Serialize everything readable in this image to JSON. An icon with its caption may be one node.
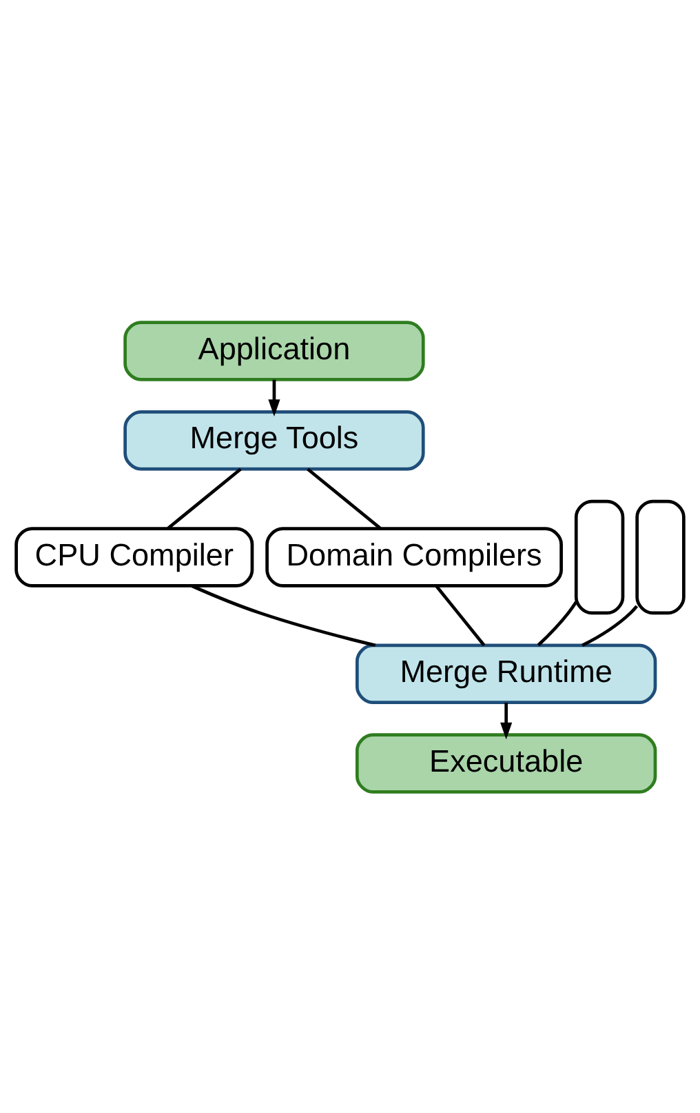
{
  "diagram": {
    "nodes": [
      {
        "text": [
          "Application"
        ]
      },
      {
        "text": [
          "Merge Tools"
        ]
      },
      {
        "text": [
          "CPU Compiler"
        ]
      },
      {
        "text": [
          "Domain Compilers"
        ]
      },
      {
        "text": [],
        "shape": "box"
      },
      {
        "text": [],
        "shape": "box"
      },
      {
        "text": [
          "Merge Runtime"
        ]
      },
      {
        "text": [
          "Executable"
        ]
      }
    ],
    "edges": [
      {
        "from": 0,
        "to": 1,
        "arrow": "to"
      },
      {
        "from": 1,
        "to": 2,
        "arrow": "none"
      },
      {
        "from": 1,
        "to": 3,
        "arrow": "none"
      },
      {
        "from": 2,
        "to": 6,
        "arrow": "none"
      },
      {
        "from": 3,
        "to": 6,
        "arrow": "none"
      },
      {
        "from": 4,
        "to": 6,
        "arrow": "none"
      },
      {
        "from": 5,
        "to": 6,
        "arrow": "none"
      },
      {
        "from": 6,
        "to": 7,
        "arrow": "to"
      }
    ]
  }
}
